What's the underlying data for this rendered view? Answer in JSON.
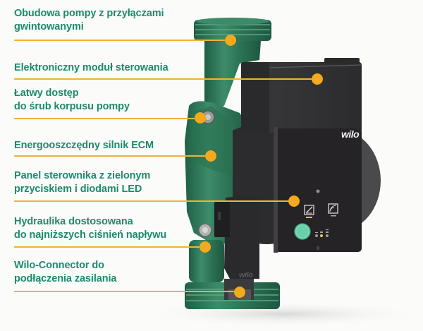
{
  "callouts": [
    {
      "label_line1": "Obudowa pompy z przyłączami",
      "label_line2": "gwintowanymi",
      "target": "pump-housing-threaded-port"
    },
    {
      "label_line1": "Elektroniczny moduł sterowania",
      "label_line2": "",
      "target": "electronic-control-module"
    },
    {
      "label_line1": "Łatwy dostęp",
      "label_line2": "do śrub korpusu pompy",
      "target": "housing-bolt"
    },
    {
      "label_line1": "Energooszczędny silnik ECM",
      "label_line2": "",
      "target": "ecm-motor"
    },
    {
      "label_line1": "Panel sterownika z zielonym",
      "label_line2": "przyciskiem i diodami LED",
      "target": "control-panel"
    },
    {
      "label_line1": "Hydraulika dostosowana",
      "label_line2": "do najniższych ciśnień napływu",
      "target": "hydraulics"
    },
    {
      "label_line1": "Wilo-Connector do",
      "label_line2": "podłączenia zasilania",
      "target": "power-connector"
    }
  ],
  "product": {
    "brand_top": "wilo",
    "brand_connector": "wilo"
  },
  "colors": {
    "label_text": "#1b8b6c",
    "callout_line": "#efb23a",
    "callout_dot": "#f5a91c",
    "pump_green": "#2f7d5c",
    "module_dark": "#3d3d3f",
    "button_green": "#6fd3b0"
  }
}
